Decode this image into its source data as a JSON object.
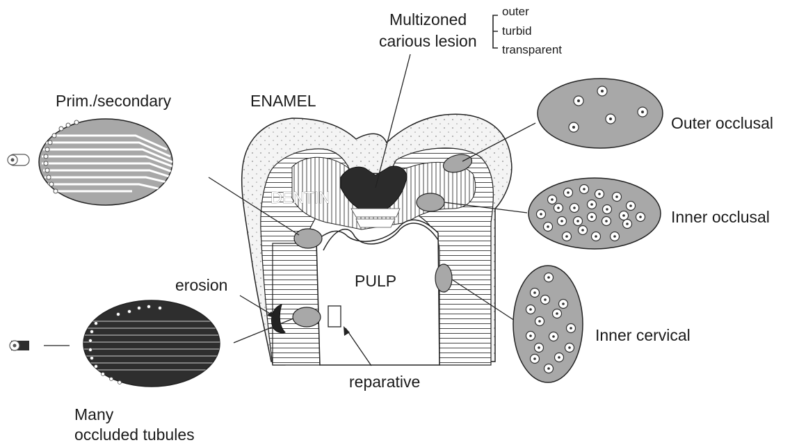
{
  "labels": {
    "multizoned_line1": "Multizoned",
    "multizoned_line2": "carious lesion",
    "zone_outer": "outer",
    "zone_turbid": "turbid",
    "zone_transparent": "transparent",
    "prim_secondary": "Prim./secondary",
    "enamel": "ENAMEL",
    "dentin": "DENTIN",
    "pulp": "PULP",
    "outer_occlusal": "Outer occlusal",
    "inner_occlusal": "Inner occlusal",
    "inner_cervical": "Inner cervical",
    "erosion": "erosion",
    "reparative": "reparative",
    "many": "Many",
    "occluded_tubules": "occluded tubules"
  },
  "colors": {
    "lesion": "#2b2b2b",
    "ellipse_fill": "#a8a8a8",
    "enamel_fill": "#f4f4f4",
    "occluded_fill": "#2e2e2e"
  }
}
